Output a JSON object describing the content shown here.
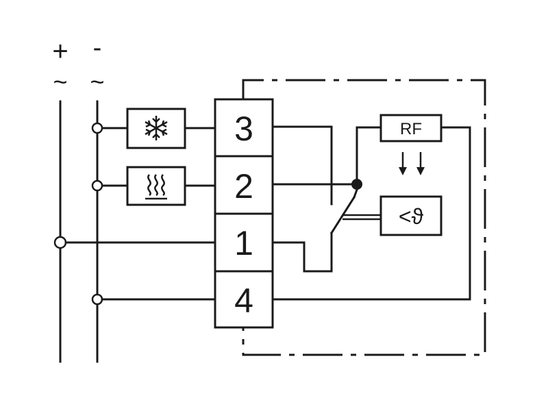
{
  "supply": {
    "positive_label": "+",
    "negative_label": "-",
    "ac_label": "~"
  },
  "terminals": [
    {
      "id": "3",
      "label": "3"
    },
    {
      "id": "2",
      "label": "2"
    },
    {
      "id": "1",
      "label": "1"
    },
    {
      "id": "4",
      "label": "4"
    }
  ],
  "modules": {
    "rf_label": "RF",
    "sensor_glyph": "<ϑ"
  },
  "icons": {
    "cooling": "snowflake-icon",
    "heating": "heat-waves-icon"
  }
}
